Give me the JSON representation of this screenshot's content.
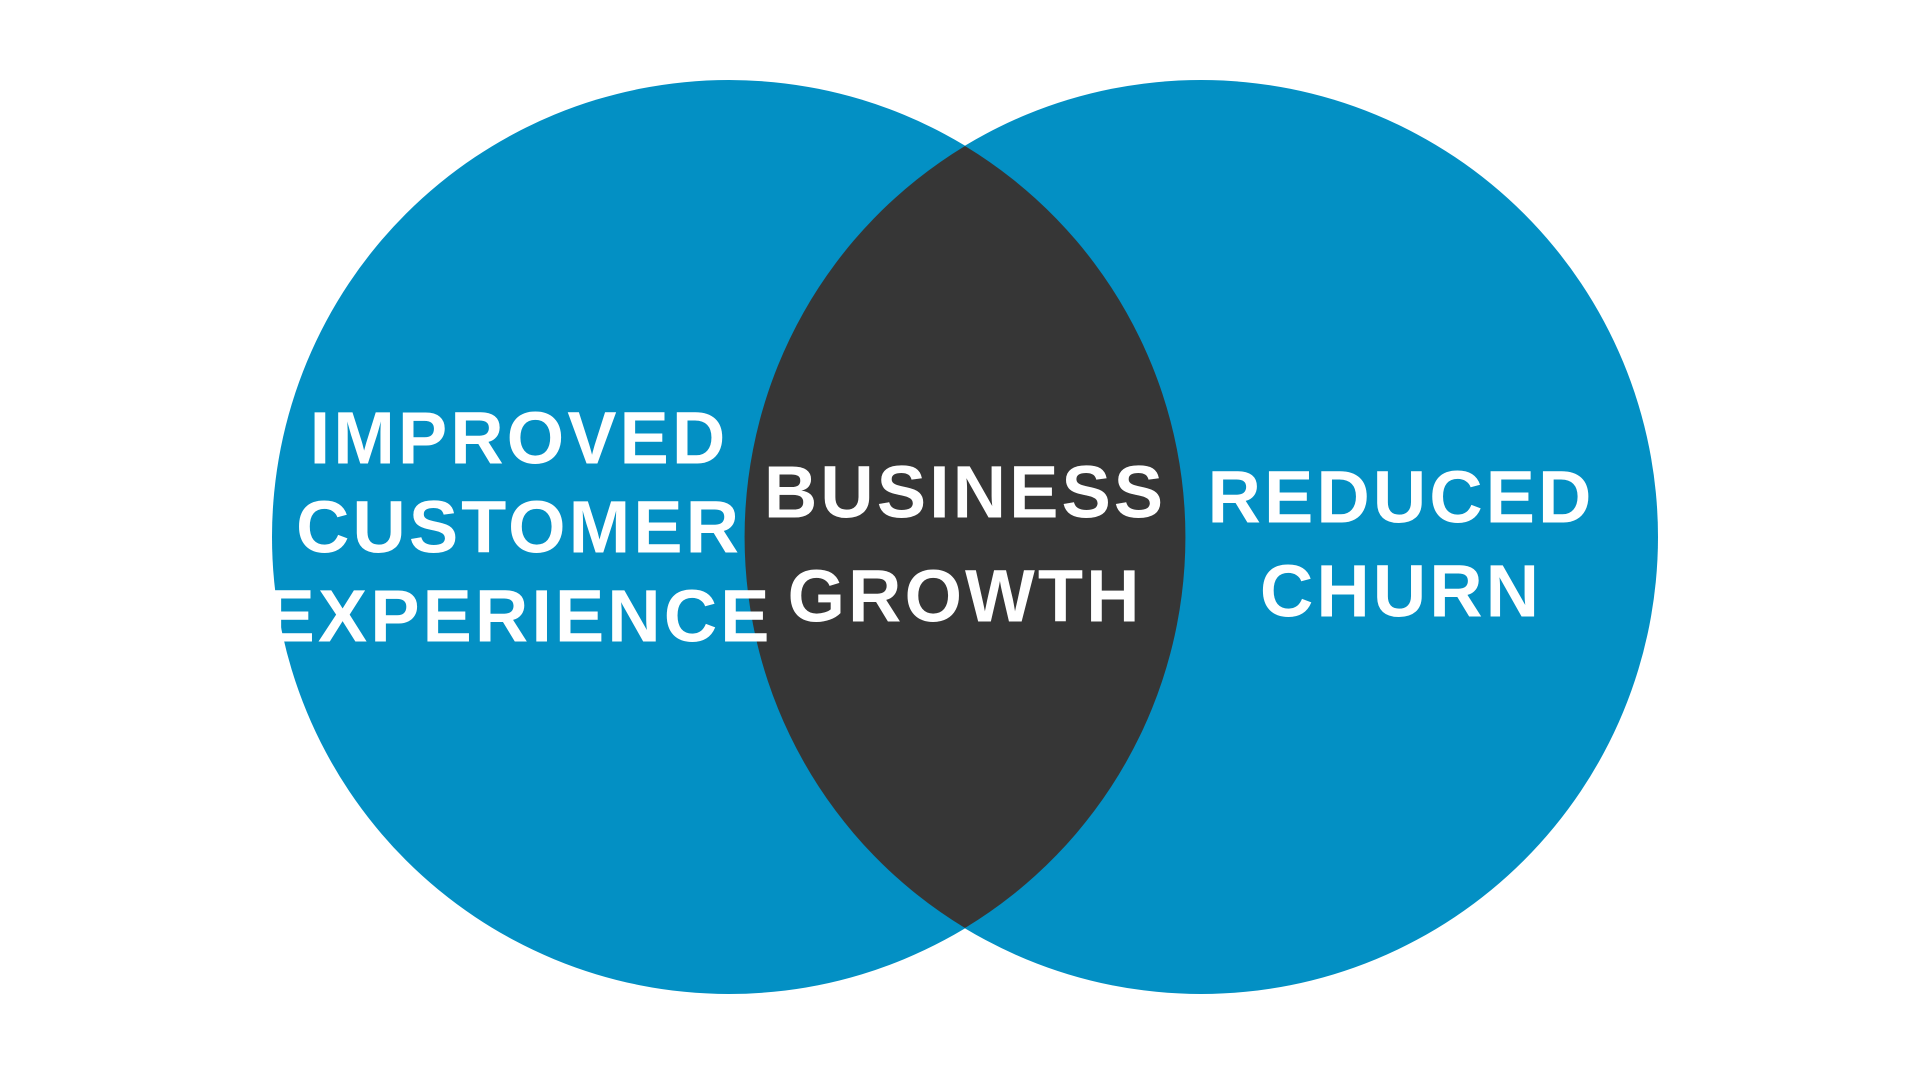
{
  "diagram": {
    "type": "venn",
    "left": {
      "lines": [
        "IMPROVED",
        "CUSTOMER",
        "EXPERIENCE"
      ]
    },
    "right": {
      "lines": [
        "REDUCED",
        "CHURN"
      ]
    },
    "intersection": {
      "lines": [
        "BUSINESS",
        "GROWTH"
      ]
    }
  },
  "colors": {
    "background": "#ffffff",
    "circle_fill": "#0390c4",
    "intersection_fill": "#363636",
    "label_text": "#ffffff"
  }
}
